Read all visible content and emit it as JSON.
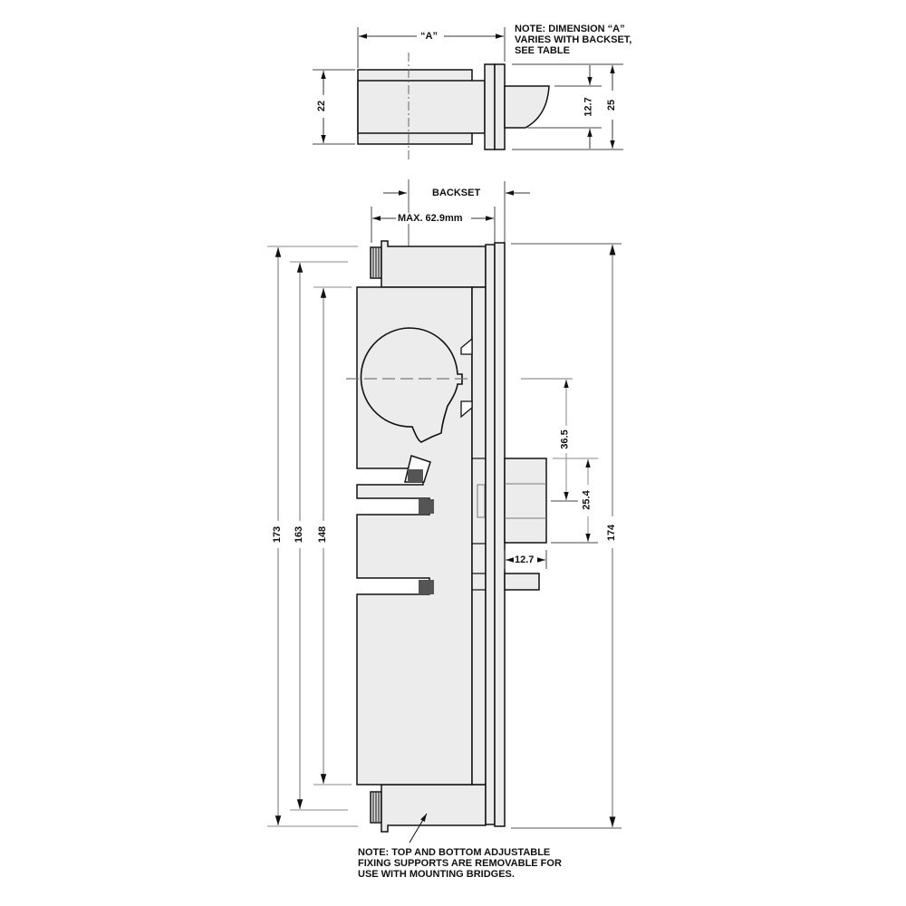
{
  "drawing": {
    "title": "Mortice lock dimensional drawing",
    "colors": {
      "body_fill": "#ececec",
      "line": "#111111",
      "dim_line": "#888888",
      "block": "#555555"
    },
    "top_view": {
      "dim_a_label": "“A”",
      "dim_height_left": "22",
      "dim_latch": "12.7",
      "dim_height_right": "25",
      "note_lines": [
        "NOTE: DIMENSION “A”",
        "VARIES WITH BACKSET,",
        "SEE TABLE"
      ]
    },
    "side_view": {
      "backset_label": "BACKSET",
      "max_depth_label": "MAX. 62.9mm",
      "dim_173": "173",
      "dim_163": "163",
      "dim_148": "148",
      "dim_174": "174",
      "dim_36_5": "36.5",
      "dim_25_4": "25.4",
      "dim_12_7": "12.7",
      "note_lines": [
        "NOTE: TOP AND BOTTOM ADJUSTABLE",
        "FIXING SUPPORTS ARE REMOVABLE FOR",
        "USE WITH MOUNTING BRIDGES."
      ]
    }
  }
}
